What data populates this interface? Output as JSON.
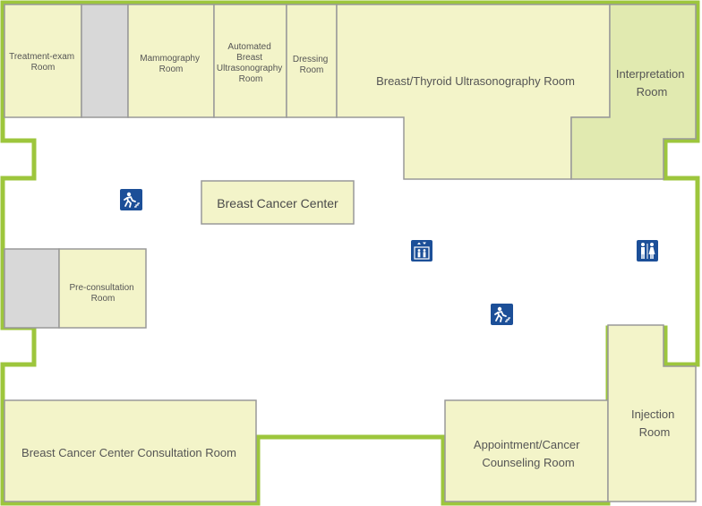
{
  "map": {
    "colors": {
      "wall": "#9dc63c",
      "room_fill": "#f3f4c9",
      "room_border": "#999999",
      "interpretation_fill": "#e1eab0",
      "utility_fill": "#d8d8d8",
      "corridor": "#ffffff",
      "icon_blue": "#1c4f98",
      "label": "#555555"
    },
    "rooms": {
      "treatment_exam": [
        "Treatment-exam",
        "Room"
      ],
      "mammography": [
        "Mammography",
        "Room"
      ],
      "automated_breast": [
        "Automated",
        "Breast",
        "Ultrasonography",
        "Room"
      ],
      "dressing": [
        "Dressing",
        "Room"
      ],
      "breast_thyroid": [
        "Breast/Thyroid Ultrasonography Room"
      ],
      "interpretation": [
        "Interpretation",
        "Room"
      ],
      "pre_consultation": [
        "Pre-consultation",
        "Room"
      ],
      "consultation": [
        "Breast Cancer Center Consultation Room"
      ],
      "appointment": [
        "Appointment/Cancer",
        "Counseling Room"
      ],
      "injection": [
        "Injection",
        "Room"
      ]
    },
    "signs": {
      "breast_cancer_center": "Breast Cancer Center"
    },
    "icons": {
      "emergency_exit_left": "emergency-exit-icon",
      "emergency_exit_right": "emergency-exit-icon",
      "elevator": "elevator-icon",
      "restroom": "restroom-icon"
    }
  }
}
